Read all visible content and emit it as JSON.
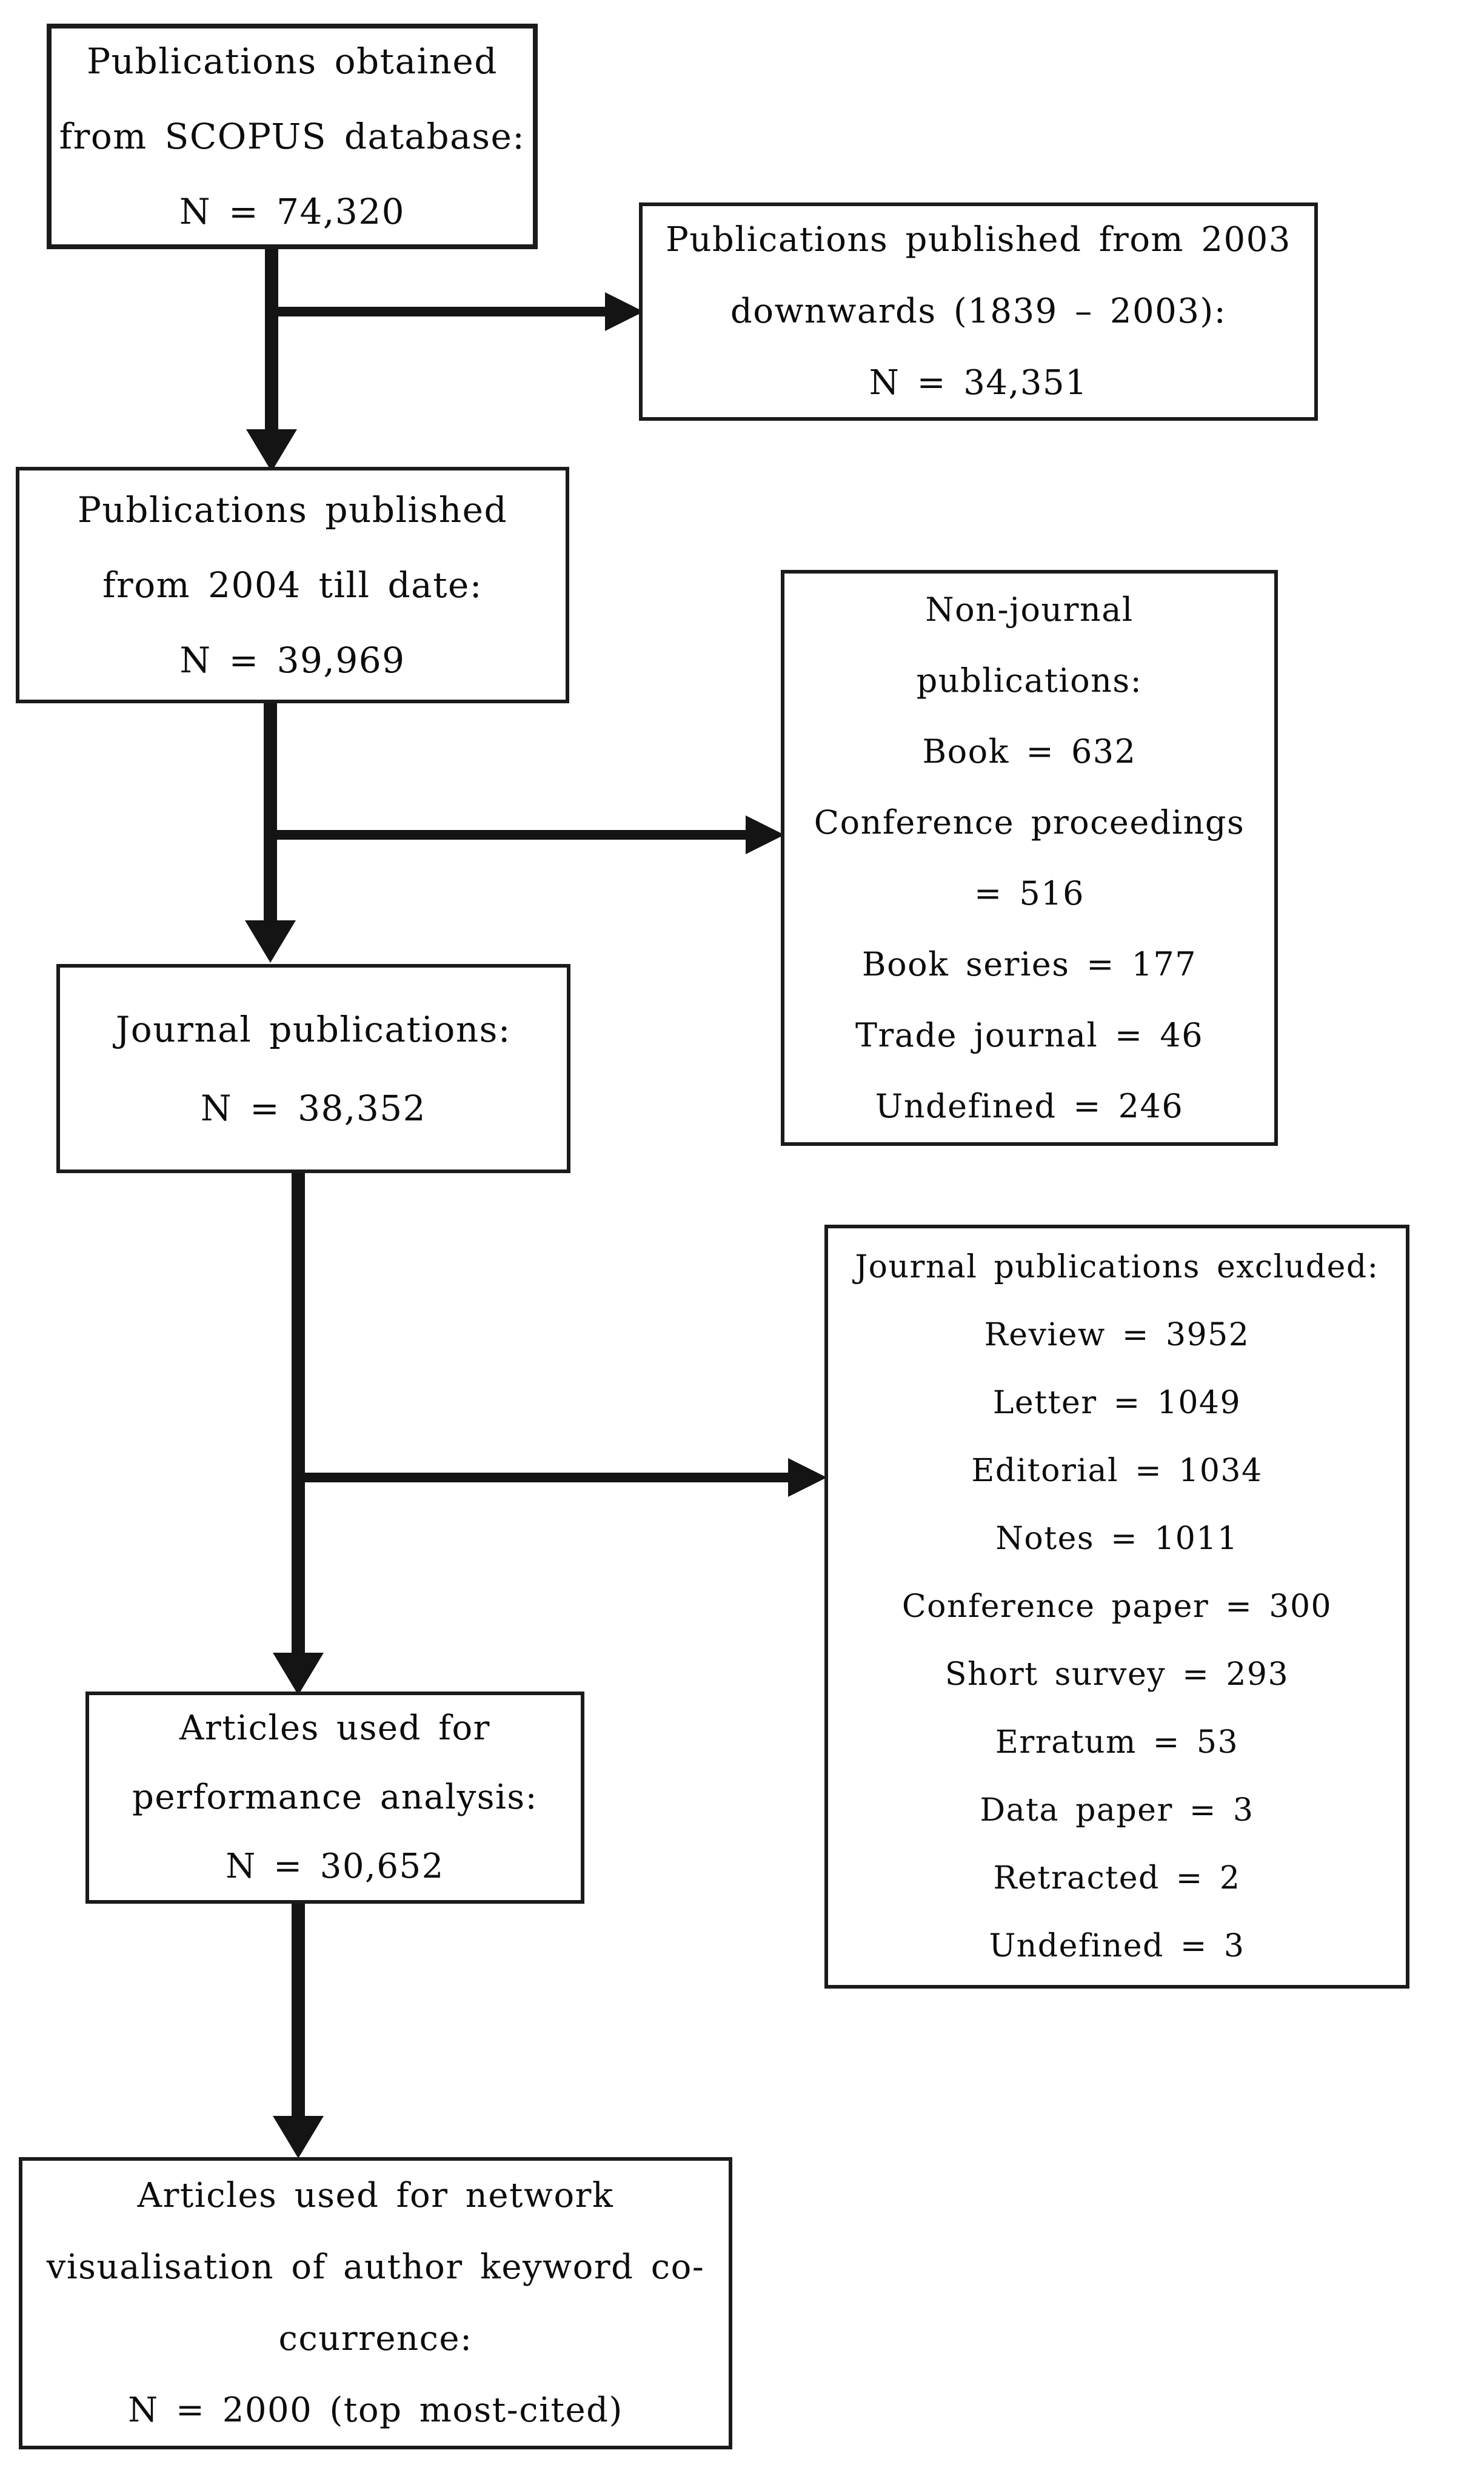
{
  "figure": {
    "background_color": "#ffffff",
    "line_color": "#141414",
    "text_color": "#0c0c0c",
    "type": "flowchart"
  },
  "boxes": {
    "scopus": {
      "lines": [
        "Publications obtained",
        "from SCOPUS database:",
        "N = 74,320"
      ]
    },
    "excluded_2003": {
      "lines": [
        "Publications published from 2003",
        "downwards (1839 – 2003):",
        "N = 34,351"
      ]
    },
    "from_2004": {
      "lines": [
        "Publications published",
        "from 2004 till date:",
        "N = 39,969"
      ]
    },
    "non_journal": {
      "lines": [
        "Non-journal",
        "publications:",
        "Book = 632",
        "Conference proceedings",
        "= 516",
        "Book series = 177",
        "Trade journal = 46",
        "Undefined = 246"
      ]
    },
    "journal": {
      "lines": [
        "Journal publications:",
        "N = 38,352"
      ]
    },
    "journal_excluded": {
      "lines": [
        "Journal publications excluded:",
        "Review = 3952",
        "Letter = 1049",
        "Editorial = 1034",
        "Notes = 1011",
        "Conference paper = 300",
        "Short survey = 293",
        "Erratum = 53",
        "Data paper = 3",
        "Retracted = 2",
        "Undefined = 3"
      ]
    },
    "performance": {
      "lines": [
        "Articles used for",
        "performance analysis:",
        "N = 30,652"
      ]
    },
    "network": {
      "lines": [
        "Articles used for network",
        "visualisation of author keyword co-",
        "ccurrence:",
        "N = 2000 (top most-cited)"
      ]
    }
  },
  "edges": [
    {
      "from": "scopus",
      "to": "from_2004"
    },
    {
      "from": "scopus",
      "to": "excluded_2003"
    },
    {
      "from": "from_2004",
      "to": "journal"
    },
    {
      "from": "from_2004",
      "to": "non_journal"
    },
    {
      "from": "journal",
      "to": "performance"
    },
    {
      "from": "journal",
      "to": "journal_excluded"
    },
    {
      "from": "performance",
      "to": "network"
    }
  ]
}
